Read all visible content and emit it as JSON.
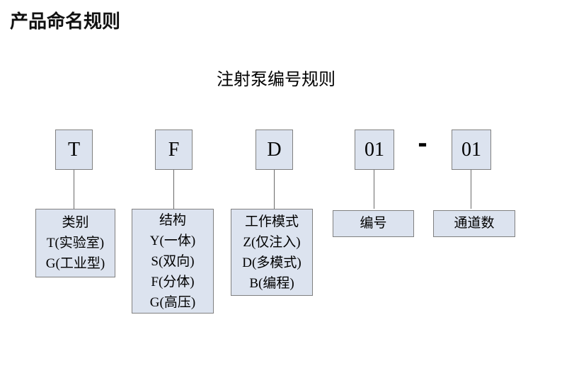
{
  "page": {
    "title": "产品命名规则"
  },
  "diagram": {
    "title": "注射泵编号规则",
    "separator": "-",
    "box_fill": "#dce3ef",
    "box_border": "#808080",
    "codes": [
      {
        "label": "T",
        "desc_lines": [
          "类别",
          "T(实验室)",
          "G(工业型)"
        ]
      },
      {
        "label": "F",
        "desc_lines": [
          "结构",
          "Y(一体)",
          "S(双向)",
          "F(分体)",
          "G(高压)"
        ]
      },
      {
        "label": "D",
        "desc_lines": [
          "工作模式",
          "Z(仅注入)",
          "D(多模式)",
          "B(编程)"
        ]
      },
      {
        "label": "01",
        "desc_lines": [
          "编号"
        ]
      },
      {
        "label": "01",
        "desc_lines": [
          "通道数"
        ]
      }
    ]
  }
}
